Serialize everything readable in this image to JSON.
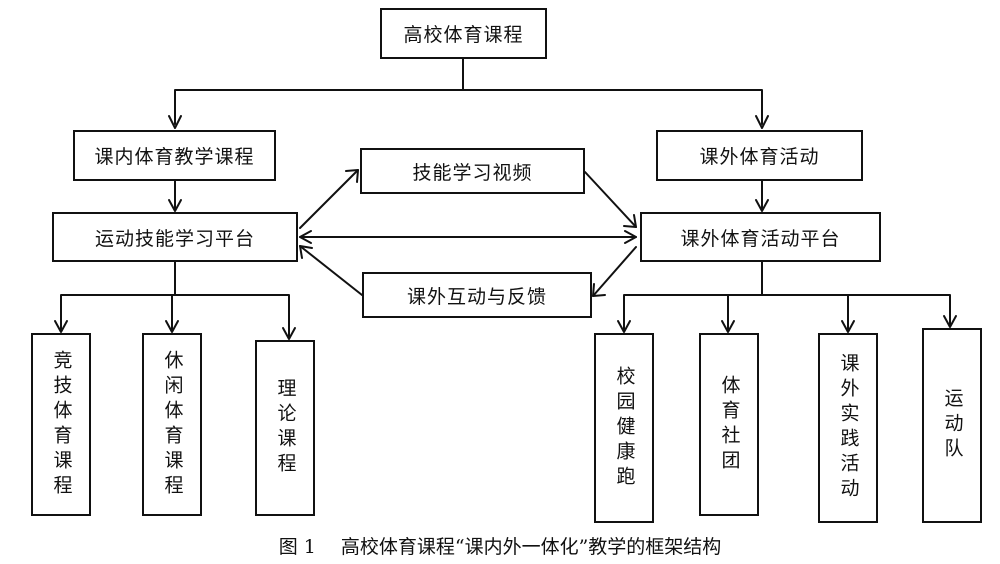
{
  "diagram": {
    "root": "高校体育课程",
    "inner_course": "课内体育教学课程",
    "outer_activity": "课外体育活动",
    "skill_video": "技能学习视频",
    "interaction_feedback": "课外互动与反馈",
    "left_platform": "运动技能学习平台",
    "right_platform": "课外体育活动平台",
    "left_items": [
      "竞技体育课程",
      "休闲体育课程",
      "理论课程"
    ],
    "right_items": [
      "校园健康跑",
      "体育社团",
      "课外实践活动",
      "运动队"
    ]
  },
  "caption": "图 1　 高校体育课程“课内外一体化”教学的框架结构"
}
